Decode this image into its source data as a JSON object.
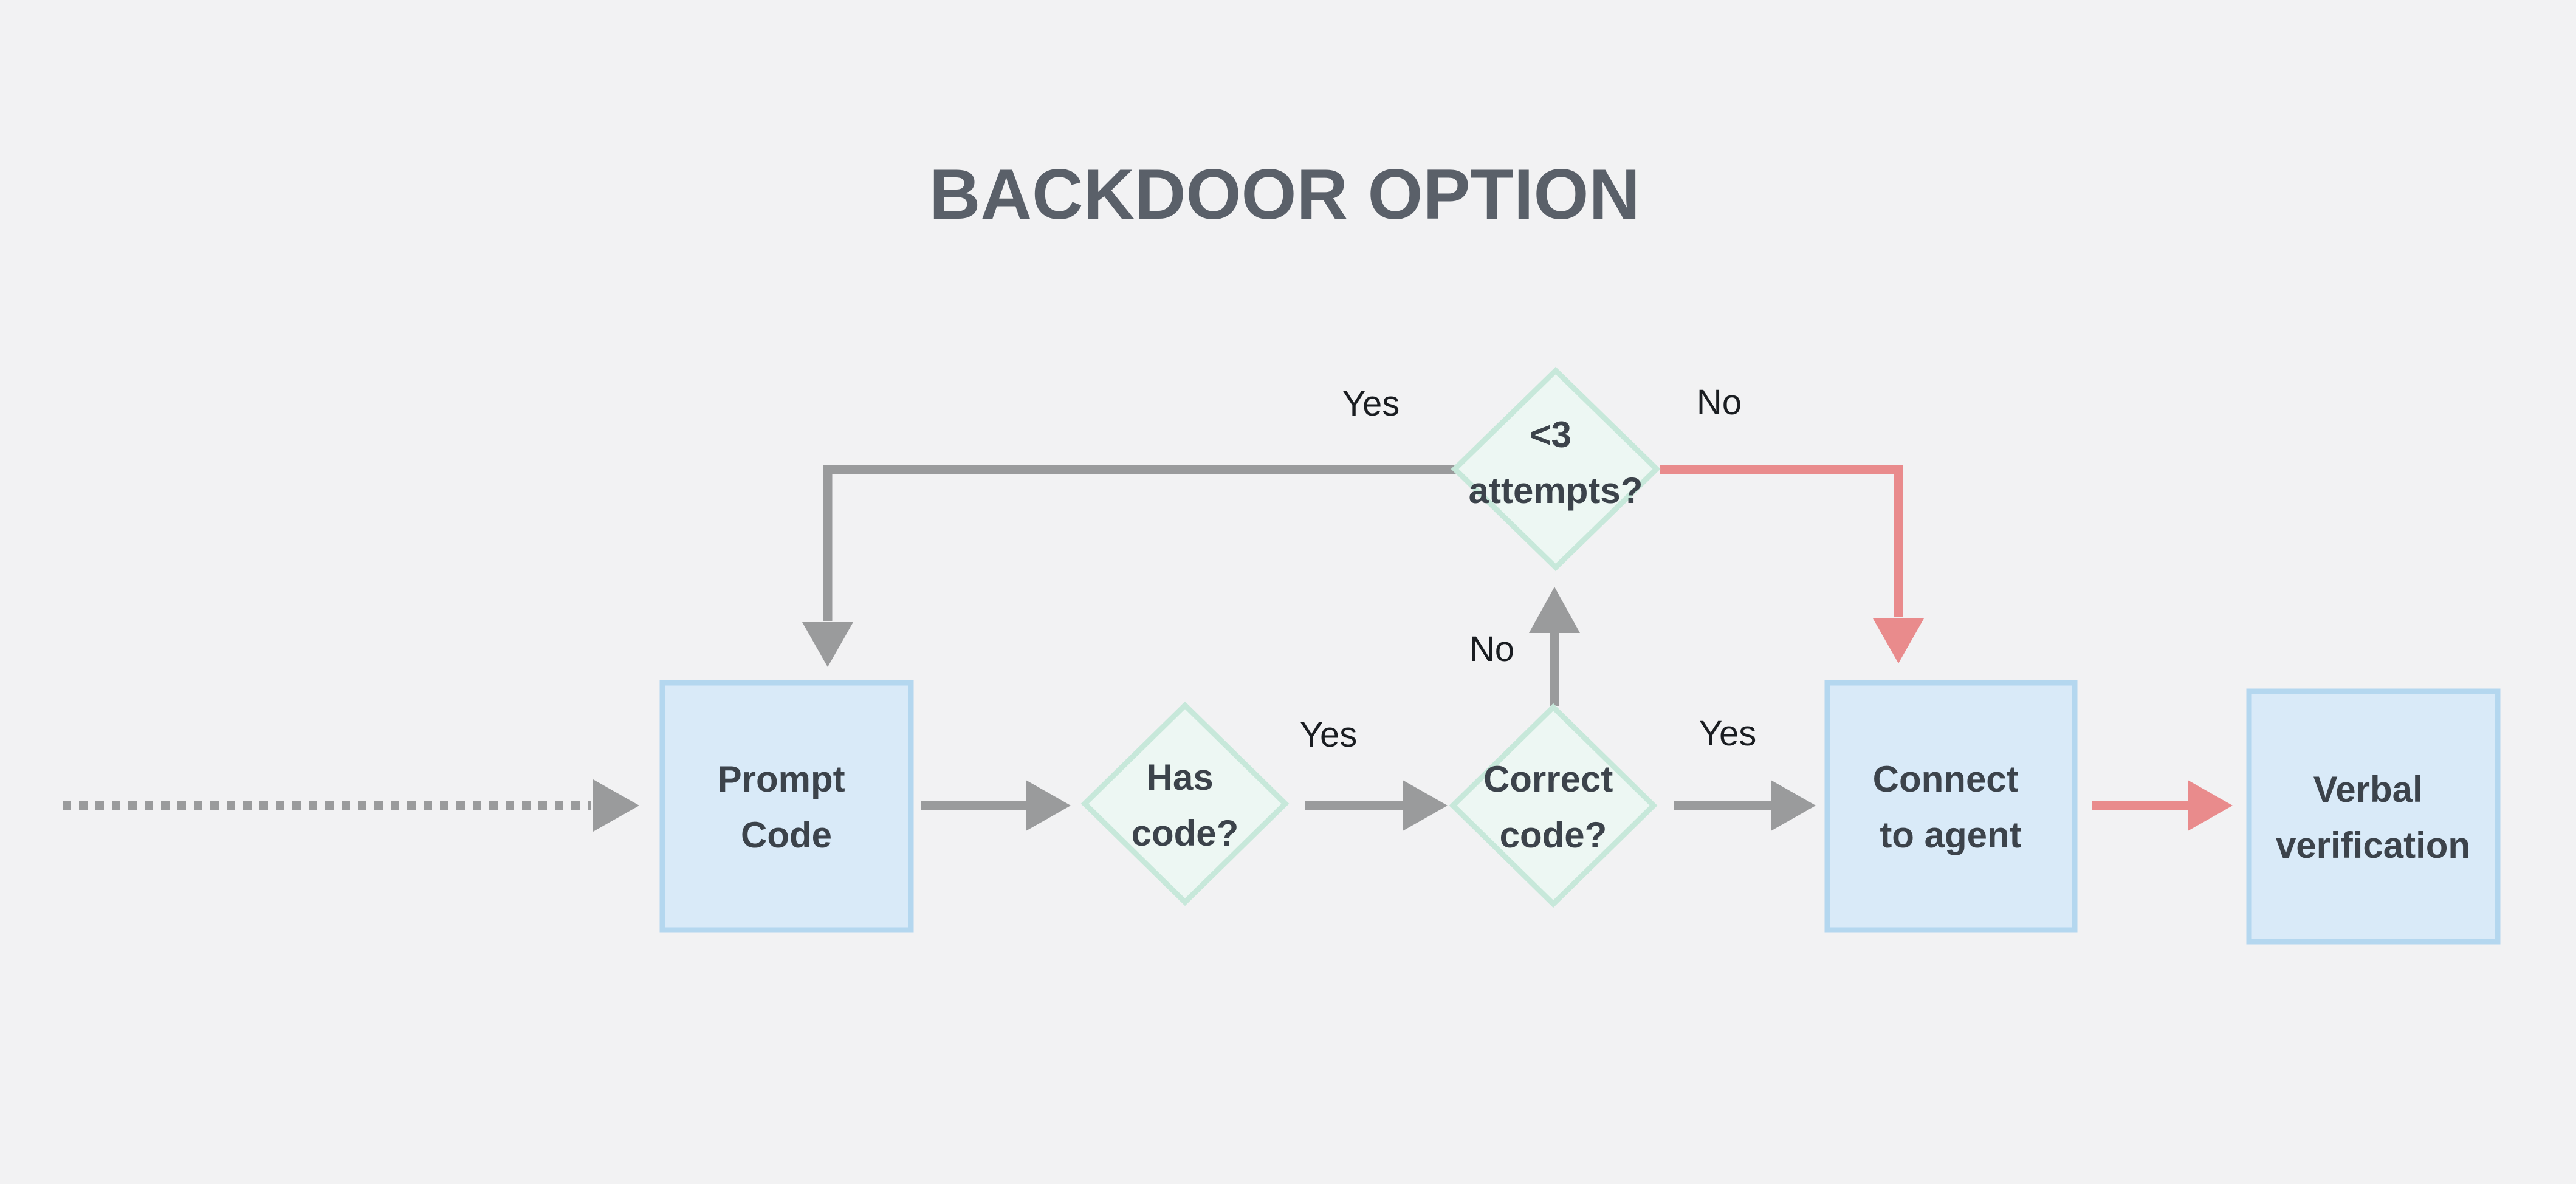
{
  "title": "BACKDOOR OPTION",
  "nodes": {
    "prompt_code": {
      "line1": "Prompt",
      "line2": "Code"
    },
    "has_code": {
      "line1": "Has",
      "line2": "code?"
    },
    "correct_code": {
      "line1": "Correct",
      "line2": "code?"
    },
    "attempts": {
      "line1": "<3",
      "line2": "attempts?"
    },
    "connect_agent": {
      "line1": "Connect",
      "line2": "to agent"
    },
    "verbal_verification": {
      "line1": "Verbal",
      "line2": "verification"
    }
  },
  "labels": {
    "has_code_yes": "Yes",
    "correct_code_yes": "Yes",
    "correct_code_no": "No",
    "attempts_yes": "Yes",
    "attempts_no": "No"
  },
  "colors": {
    "background": "#f2f2f3",
    "process_fill": "#d9eaf8",
    "process_border": "#b4d7ef",
    "decision_fill": "#edf7f3",
    "decision_border": "#c7e8da",
    "arrow_gray": "#9a9b9c",
    "arrow_red": "#e98b8c",
    "node_text": "#3c434b",
    "label_text": "#1a1d21",
    "title_text": "#5a6069"
  }
}
